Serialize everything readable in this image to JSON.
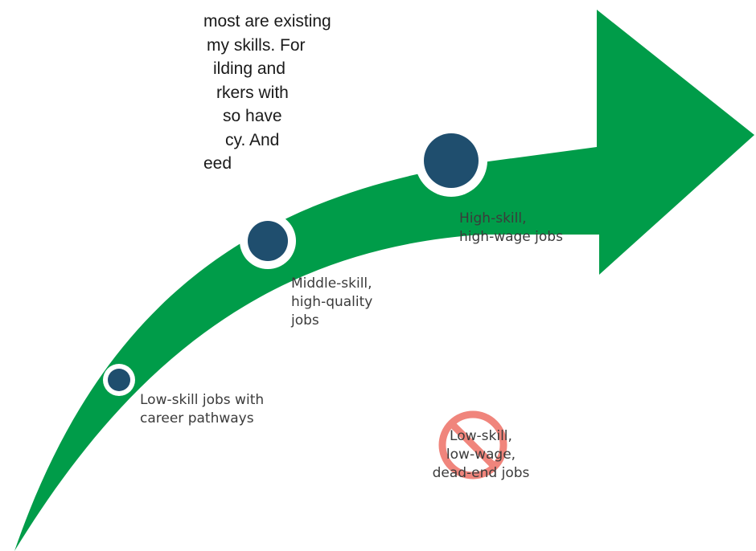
{
  "intro_text": {
    "lines": [
      "most are existing",
      "my skills. For",
      "ilding and",
      "rkers with",
      "so have",
      "cy. And",
      "eed"
    ]
  },
  "milestones": [
    {
      "lines": [
        "Low-skill jobs with",
        "career pathways"
      ]
    },
    {
      "lines": [
        "Middle-skill,",
        "high-quality",
        "jobs"
      ]
    },
    {
      "lines": [
        "High-skill,",
        "high-wage jobs"
      ]
    }
  ],
  "excluded": {
    "lines": [
      "Low-skill,",
      "low-wage,",
      "dead-end jobs"
    ],
    "icon": "prohibited-icon"
  },
  "colors": {
    "arrow": "#009c49",
    "dot_fill": "#1f4e6e",
    "dot_ring": "#ffffff",
    "prohibit": "#f0857c",
    "text": "#3b3b3b"
  }
}
